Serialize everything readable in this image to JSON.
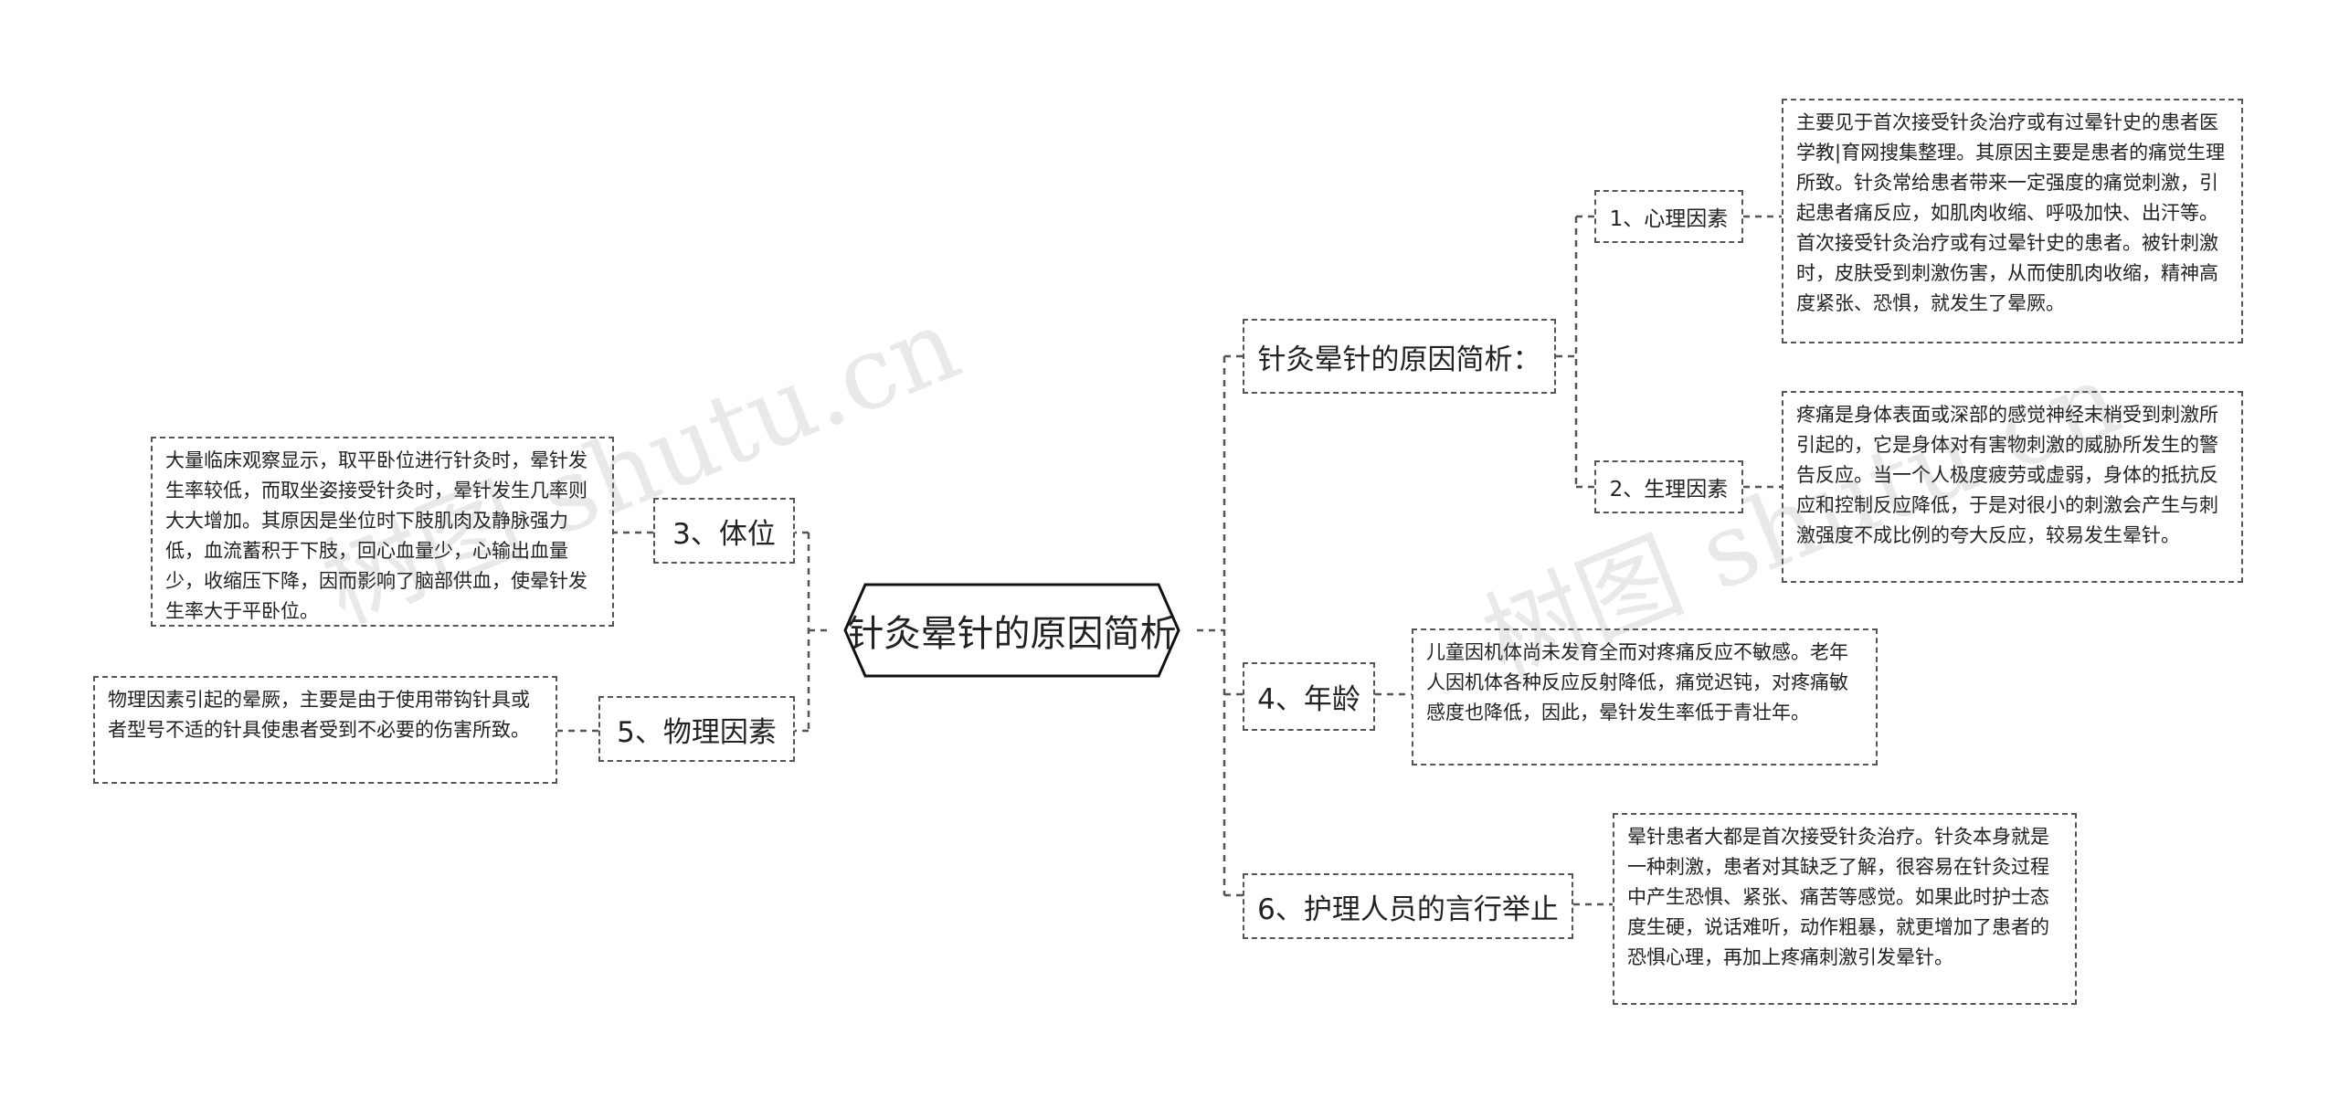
{
  "root": {
    "label": "针灸晕针的原因简析"
  },
  "branches": {
    "causes": {
      "label": "针灸晕针的原因简析：",
      "psychology": {
        "label": "1、心理因素",
        "text": "主要见于首次接受针灸治疗或有过晕针史的患者医学教|育网搜集整理。其原因主要是患者的痛觉生理所致。针灸常给患者带来一定强度的痛觉刺激，引起患者痛反应，如肌肉收缩、呼吸加快、出汗等。首次接受针灸治疗或有过晕针史的患者。被针刺激时，皮肤受到刺激伤害，从而使肌肉收缩，精神高度紧张、恐惧，就发生了晕厥。"
      },
      "physiology": {
        "label": "2、生理因素",
        "text": "疼痛是身体表面或深部的感觉神经末梢受到刺激所引起的，它是身体对有害物刺激的威胁所发生的警告反应。当一个人极度疲劳或虚弱，身体的抵抗反应和控制反应降低，于是对很小的刺激会产生与刺激强度不成比例的夸大反应，较易发生晕针。"
      }
    },
    "age": {
      "label": "4、年龄",
      "text": "儿童因机体尚未发育全而对疼痛反应不敏感。老年人因机体各种反应反射降低，痛觉迟钝，对疼痛敏感度也降低，因此，晕针发生率低于青壮年。"
    },
    "nursing": {
      "label": "6、护理人员的言行举止",
      "text": "晕针患者大都是首次接受针灸治疗。针灸本身就是一种刺激，患者对其缺乏了解，很容易在针灸过程中产生恐惧、紧张、痛苦等感觉。如果此时护士态度生硬，说话难听，动作粗暴，就更增加了患者的恐惧心理，再加上疼痛刺激引发晕针。"
    },
    "posture": {
      "label": "3、体位",
      "text": "大量临床观察显示，取平卧位进行针灸时，晕针发生率较低，而取坐姿接受针灸时，晕针发生几率则大大增加。其原因是坐位时下肢肌肉及静脉强力低，血流蓄积于下肢，回心血量少，心输出血量少，收缩压下降，因而影响了脑部供血，使晕针发生率大于平卧位。"
    },
    "physical": {
      "label": "5、物理因素",
      "text": "物理因素引起的晕厥，主要是由于使用带钩针具或者型号不适的针具使患者受到不必要的伤害所致。"
    }
  },
  "watermarks": [
    "树图 shutu.cn",
    "树图 shutu.cn"
  ],
  "colors": {
    "line": "#555555",
    "text": "#222222",
    "watermark": "#bbbbbb"
  }
}
